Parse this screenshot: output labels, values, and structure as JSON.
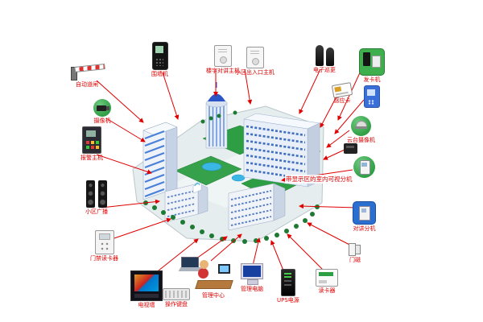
{
  "colors": {
    "line": "#e00000",
    "label": "#dd0000",
    "lawn": "#2e9e44",
    "pool": "#3bb7e6"
  },
  "callout_label": "带显示区的室内可视分机",
  "devices": [
    {
      "name": "barrier-gate",
      "label": "自动道闸"
    },
    {
      "name": "dome-camera",
      "label": "摄像机"
    },
    {
      "name": "alarm-host",
      "label": "报警主机"
    },
    {
      "name": "broadcast-speakers",
      "label": "小区广播"
    },
    {
      "name": "access-reader",
      "label": "门禁读卡器"
    },
    {
      "name": "tv-wall",
      "label": "电视墙"
    },
    {
      "name": "operate-keyboard",
      "label": "操作键盘"
    },
    {
      "name": "laptop"
    },
    {
      "name": "management-center",
      "label": "管理中心"
    },
    {
      "name": "management-pc",
      "label": "管理电脑"
    },
    {
      "name": "ups-power",
      "label": "UPS电源"
    },
    {
      "name": "card-reader",
      "label": "读卡器"
    },
    {
      "name": "door-sensor",
      "label": "门磁"
    },
    {
      "name": "intercom-extension",
      "label": "对讲分机"
    },
    {
      "name": "indoor-handset"
    },
    {
      "name": "mini-reader"
    },
    {
      "name": "ptz-camera",
      "label": "云台摄像机"
    },
    {
      "name": "wall-unit"
    },
    {
      "name": "proximity-card",
      "label": "感应卡"
    },
    {
      "name": "issuing-kit",
      "label": "发卡机"
    },
    {
      "name": "patrol-system",
      "label": "电子巡更"
    },
    {
      "name": "building-door-station",
      "label": "楼宇对讲主机"
    },
    {
      "name": "entrance-host",
      "label": "小区出入口主机"
    },
    {
      "name": "perimeter-phone",
      "label": "围墙机"
    }
  ]
}
